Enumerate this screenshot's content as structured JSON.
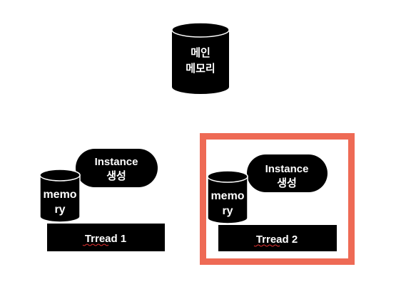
{
  "main_memory": {
    "line1": "메인",
    "line2": "메모리"
  },
  "thread1": {
    "memory_line1": "memo",
    "memory_line2": "ry",
    "instance_line1": "Instance",
    "instance_line2": "생성",
    "label": "Trread 1"
  },
  "thread2": {
    "memory_line1": "memo",
    "memory_line2": "ry",
    "instance_line1": "Instance",
    "instance_line2": "생성",
    "label": "Trread 2"
  },
  "colors": {
    "shape_fill": "#000000",
    "text": "#ffffff",
    "highlight_border": "#ee6a55"
  }
}
